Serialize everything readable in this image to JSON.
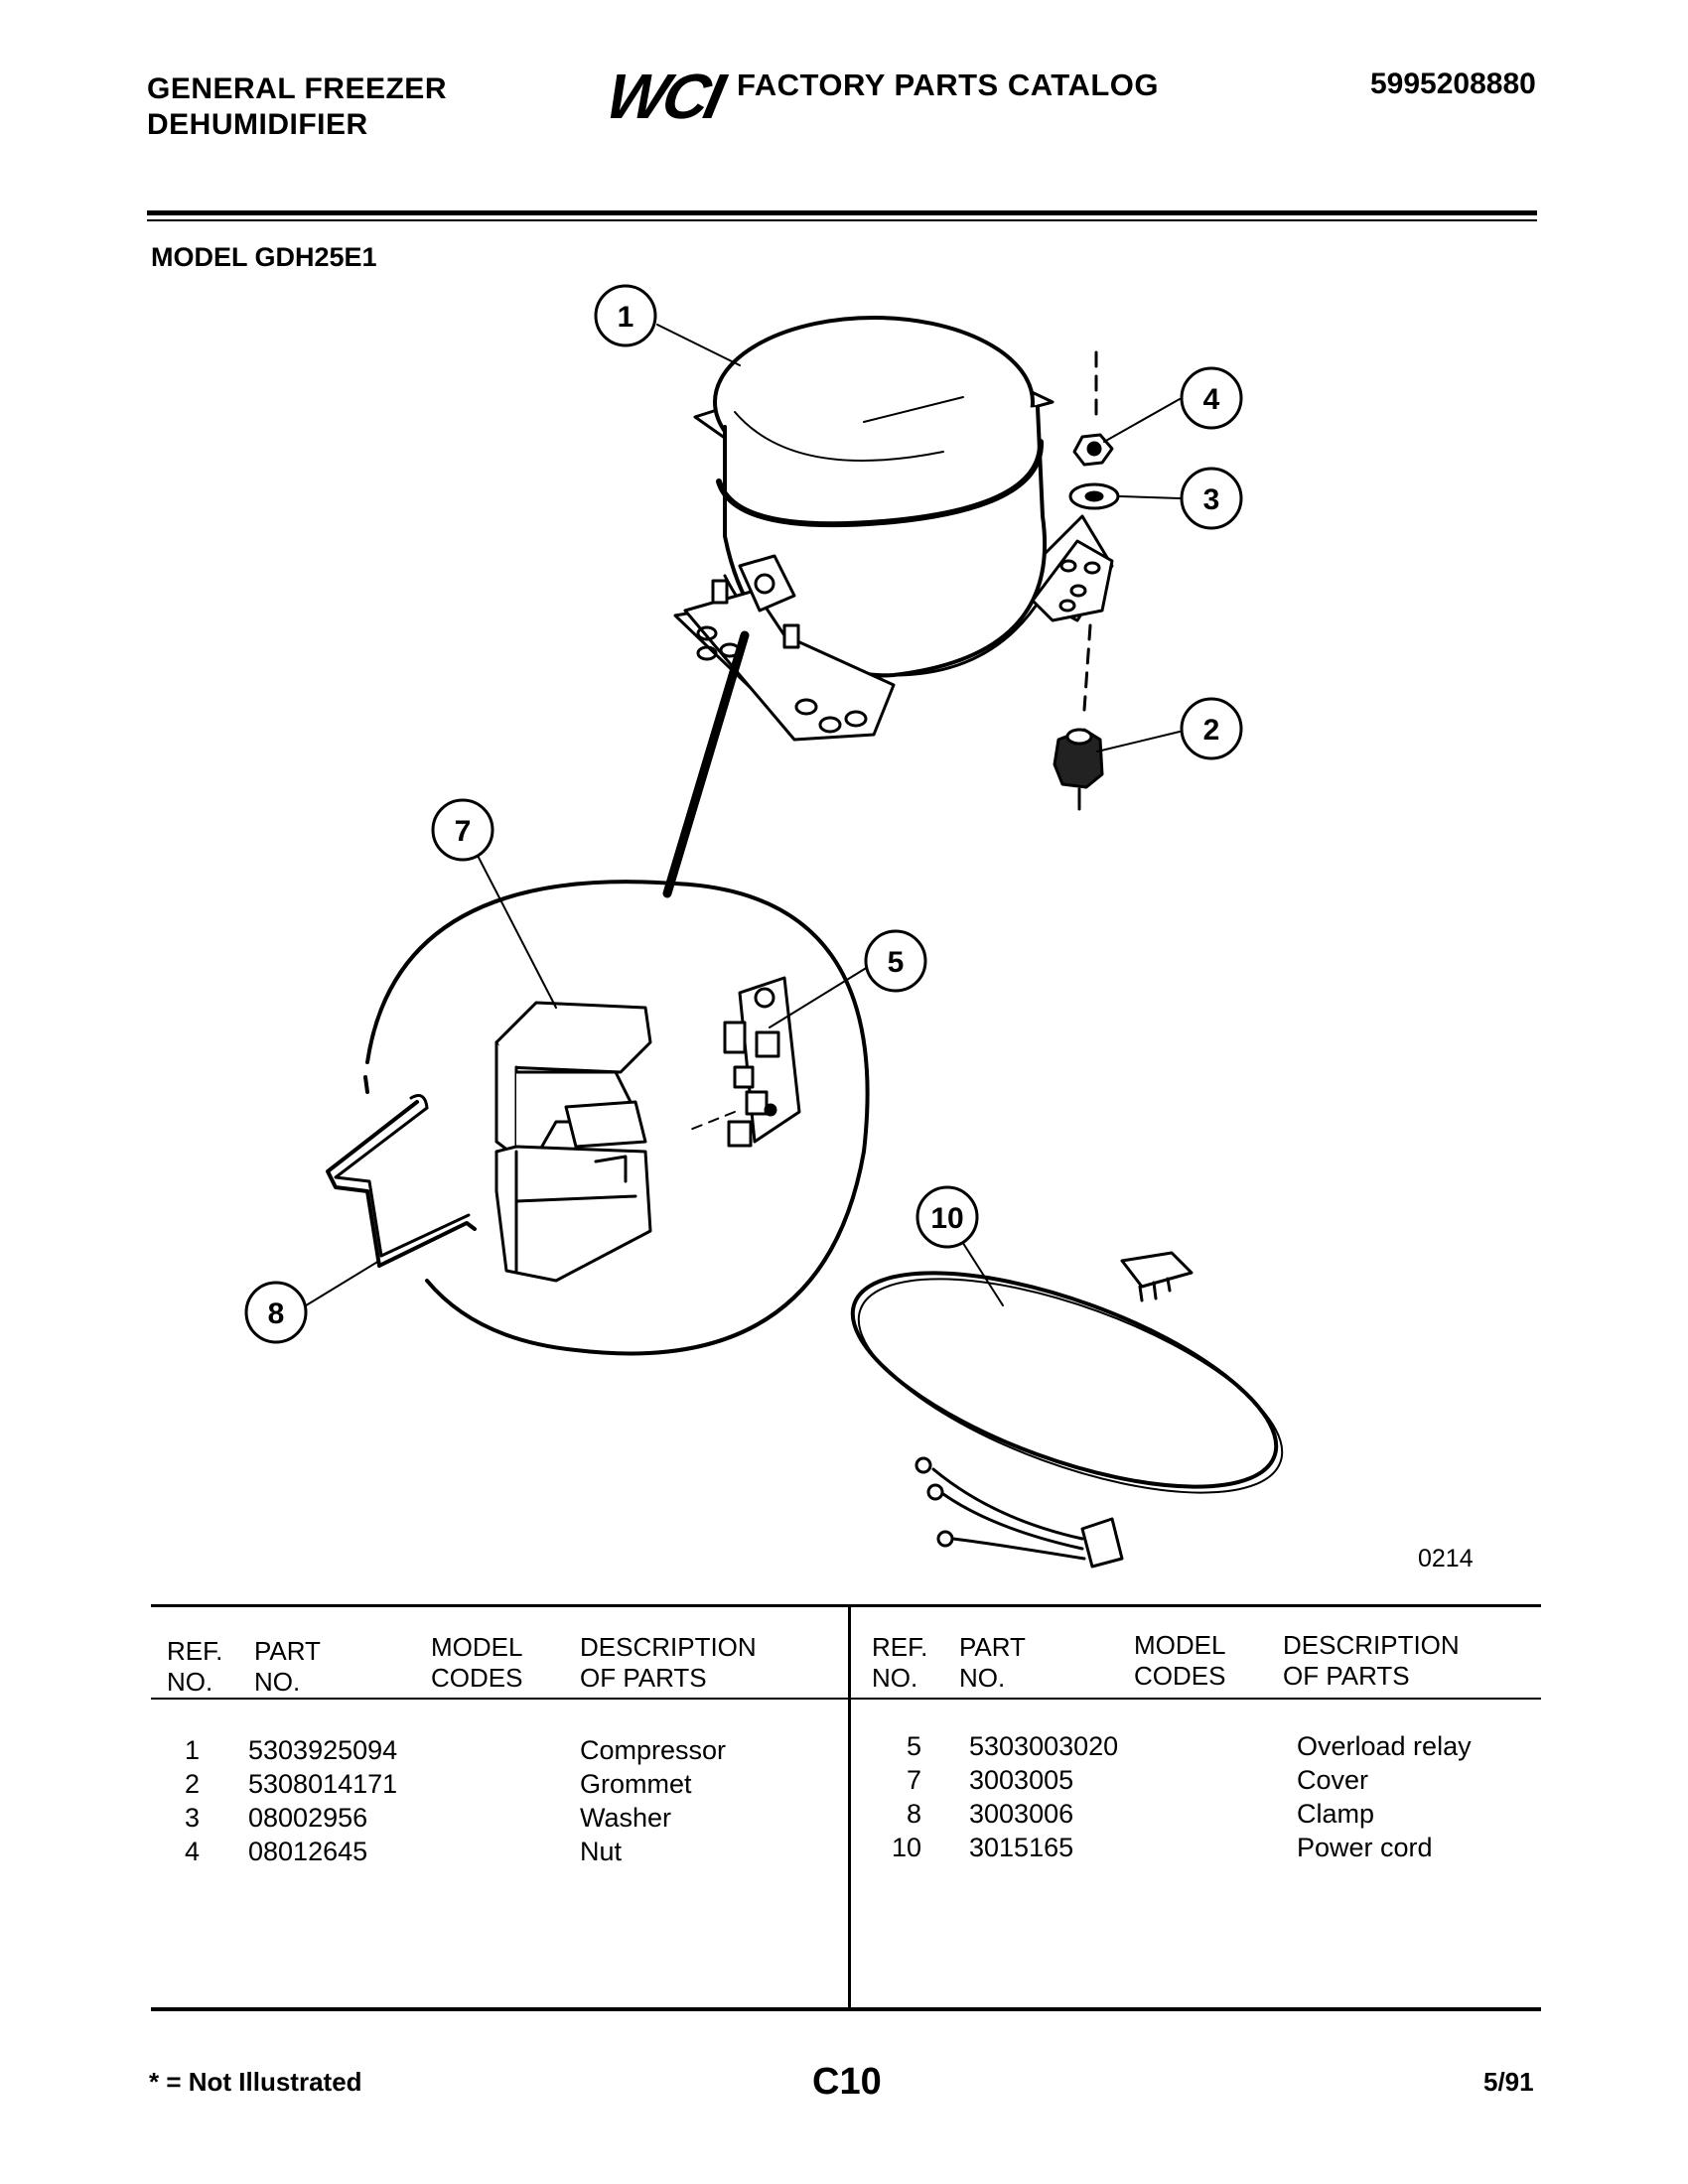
{
  "header": {
    "title_line1": "GENERAL FREEZER",
    "title_line2": "DEHUMIDIFIER",
    "logo": "WCI",
    "catalog": "FACTORY PARTS CATALOG",
    "catalog_number": "5995208880"
  },
  "model": "MODEL GDH25E1",
  "diagram": {
    "callouts": [
      "1",
      "2",
      "3",
      "4",
      "5",
      "7",
      "8",
      "10"
    ],
    "code": "0214"
  },
  "table": {
    "headers": {
      "ref_1": "REF.",
      "ref_2": "NO.",
      "part_1": "PART",
      "part_2": "NO.",
      "model_1": "MODEL",
      "model_2": "CODES",
      "desc_1": "DESCRIPTION",
      "desc_2": "OF PARTS"
    },
    "left_rows": [
      {
        "ref": "1",
        "part": "5303925094",
        "desc": "Compressor"
      },
      {
        "ref": "2",
        "part": "5308014171",
        "desc": "Grommet"
      },
      {
        "ref": "3",
        "part": "08002956",
        "desc": "Washer"
      },
      {
        "ref": "4",
        "part": "08012645",
        "desc": "Nut"
      }
    ],
    "right_rows": [
      {
        "ref": "5",
        "part": "5303003020",
        "desc": "Overload relay"
      },
      {
        "ref": "7",
        "part": "3003005",
        "desc": "Cover"
      },
      {
        "ref": "8",
        "part": "3003006",
        "desc": "Clamp"
      },
      {
        "ref": "10",
        "part": "3015165",
        "desc": "Power cord"
      }
    ]
  },
  "footer": {
    "note": "* = Not Illustrated",
    "page": "C10",
    "date": "5/91"
  }
}
